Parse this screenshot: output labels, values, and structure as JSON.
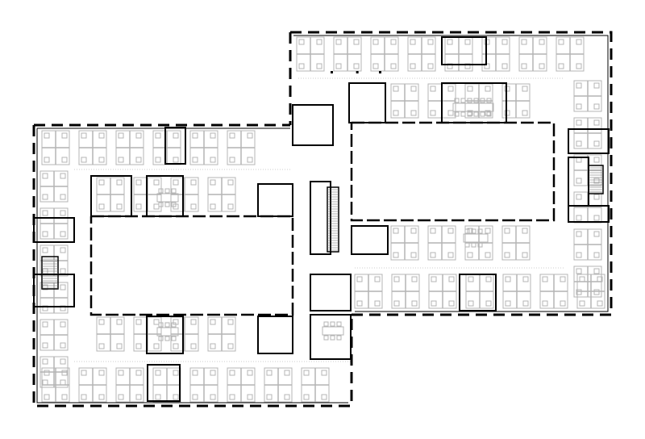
{
  "plan": {
    "type": "office floor plan",
    "wings": [
      "left-wing",
      "right-wing"
    ],
    "colors": {
      "background": "#ffffff",
      "wall": "#000000",
      "furniture": "#b4b4b4",
      "corridor_line": "#cccccc"
    }
  }
}
